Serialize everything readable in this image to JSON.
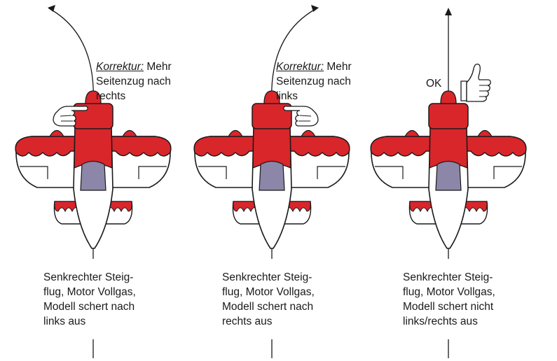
{
  "colors": {
    "red": "#d9262b",
    "cockpit": "#8c86a8",
    "line": "#1a1a1a",
    "white": "#ffffff"
  },
  "panels": [
    {
      "correction_label": "Korrektur:",
      "correction_lines": [
        "Mehr",
        "Seitenzug nach",
        "rechts"
      ],
      "hand_icon": "pointing-hand-right-icon",
      "caption_lines": [
        "Senkrechter Steig-",
        "flug, Motor Vollgas,",
        "Modell schert nach",
        "links aus"
      ]
    },
    {
      "correction_label": "Korrektur:",
      "correction_lines": [
        "Mehr",
        "Seitenzug nach",
        "links"
      ],
      "hand_icon": "pointing-hand-left-icon",
      "caption_lines": [
        "Senkrechter Steig-",
        "flug, Motor Vollgas,",
        "Modell schert nach",
        "rechts aus"
      ]
    },
    {
      "status_label": "OK",
      "hand_icon": "thumbs-up-icon",
      "caption_lines": [
        "Senkrechter Steig-",
        "flug, Motor Vollgas,",
        "Modell schert nicht",
        "links/rechts aus"
      ]
    }
  ]
}
